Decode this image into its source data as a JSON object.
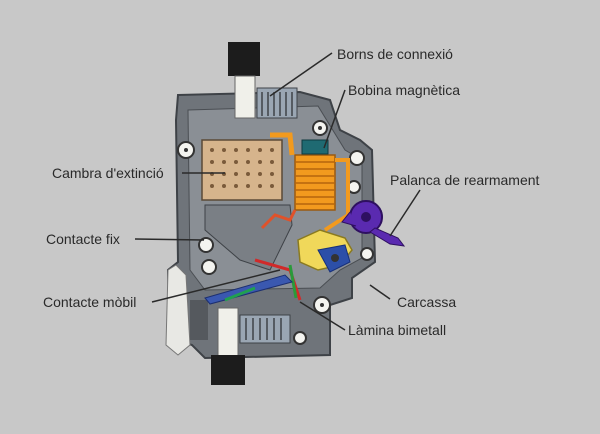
{
  "colors": {
    "background": "#c8c8c8",
    "housing": "#6f747a",
    "coil": "#f29a1e",
    "lever": "#5a2ab0",
    "leader_line": "#2a2a2a"
  },
  "labels": {
    "borns_connexio": "Borns de connexió",
    "bobina_magnetica": "Bobina magnètica",
    "cambra_extincio": "Cambra d'extinció",
    "palanca_rearmament": "Palanca de rearmament",
    "contacte_fix": "Contacte fix",
    "contacte_mobil": "Contacte mòbil",
    "carcassa": "Carcassa",
    "lamina_bimetall": "Làmina bimetall"
  }
}
